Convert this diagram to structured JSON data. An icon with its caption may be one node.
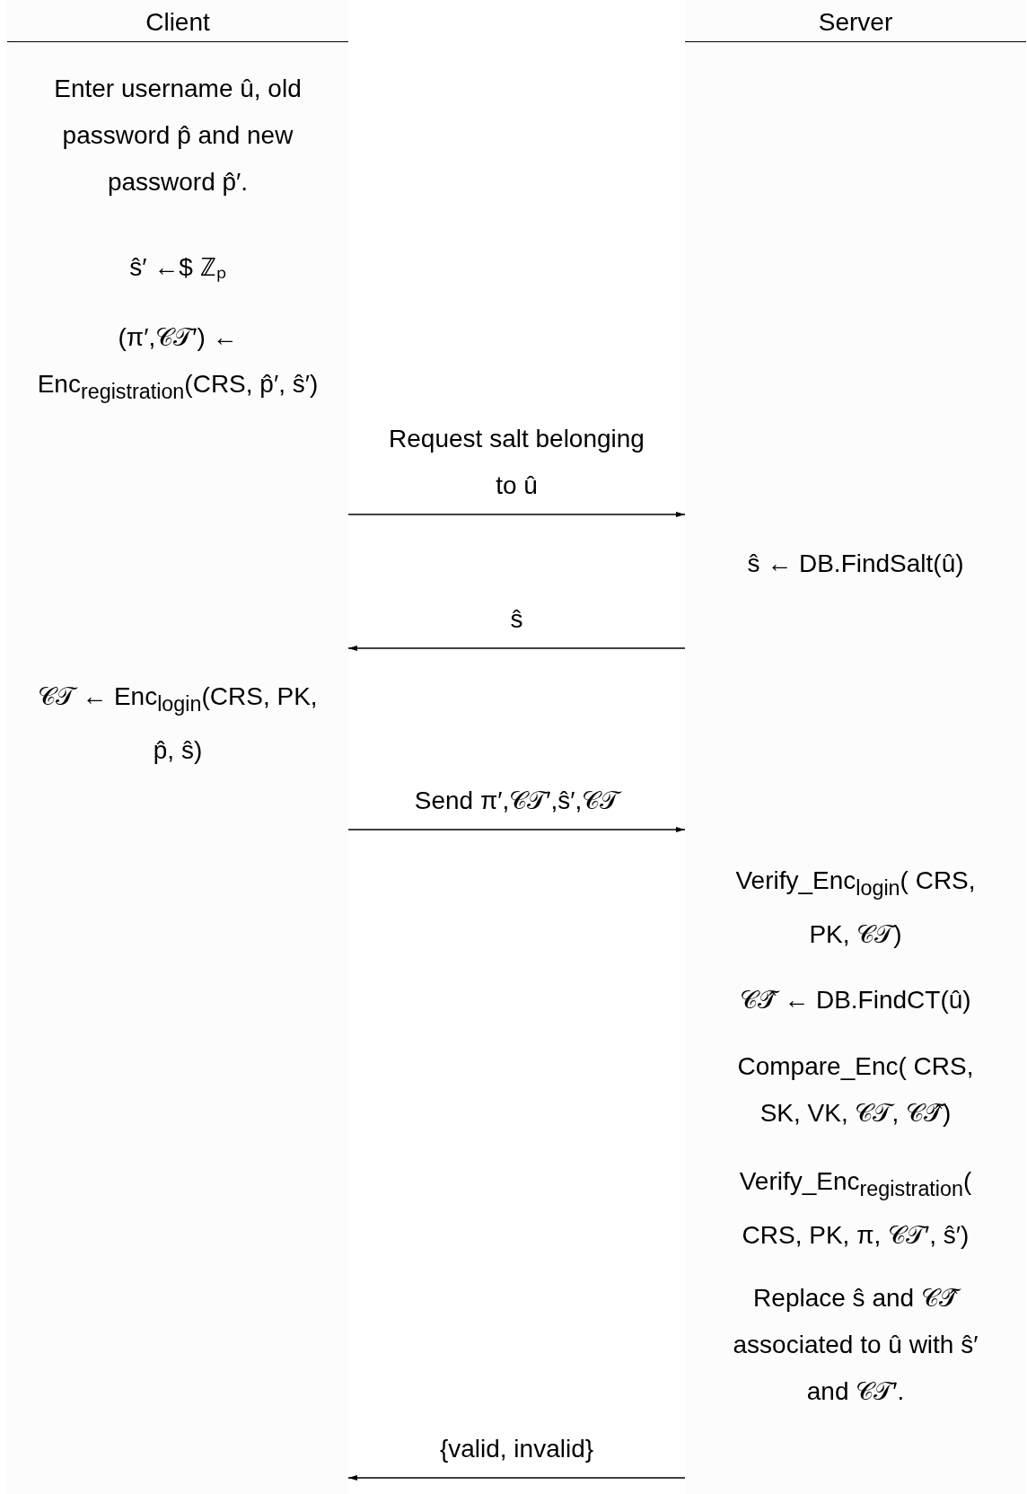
{
  "diagram": {
    "nodes": [
      {
        "text": [
          "Client"
        ]
      },
      {
        "text": [
          "Server"
        ]
      },
      {
        "text": [
          "Enter username û, old password p̂ and new password p̂′."
        ],
        "in": 0
      },
      {
        "text": [
          "ŝ′ ←$ ℤₚ"
        ],
        "in": 0
      },
      {
        "text": [
          "(π′,𝒞𝒯′) ← Enc$_{registration}$(CRS, p̂′, ŝ′)"
        ],
        "in": 0
      },
      {
        "text": [
          "ŝ ← DB.FindSalt(û)"
        ],
        "in": 1
      },
      {
        "text": [
          "𝒞𝒯 ← Enc$_{login}$(CRS, PK, p̂, ŝ)"
        ],
        "in": 0
      },
      {
        "text": [
          "Verify_Enc$_{login}$( CRS, PK, 𝒞𝒯)"
        ],
        "in": 1
      },
      {
        "text": [
          "𝒞𝒯̂ ← DB.FindCT(û)"
        ],
        "in": 1
      },
      {
        "text": [
          "Compare_Enc( CRS, SK, VK, 𝒞𝒯, 𝒞𝒯̂)"
        ],
        "in": 1
      },
      {
        "text": [
          "Verify_Enc$_{registration}$( CRS, PK, π, 𝒞𝒯′, ŝ′)"
        ],
        "in": 1
      },
      {
        "text": [
          "Replace ŝ and 𝒞𝒯̂ associated to û with ŝ′ and 𝒞𝒯′."
        ],
        "in": 1
      }
    ],
    "edges": [
      {
        "from": 0,
        "to": 1,
        "arrow": "to",
        "label": "Request salt belonging to û"
      },
      {
        "from": 1,
        "to": 0,
        "arrow": "to",
        "label": "ŝ"
      },
      {
        "from": 0,
        "to": 1,
        "arrow": "to",
        "label": "Send π′,𝒞𝒯′,ŝ′,𝒞𝒯"
      },
      {
        "from": 1,
        "to": 0,
        "arrow": "to",
        "label": "{valid, invalid}"
      }
    ]
  }
}
